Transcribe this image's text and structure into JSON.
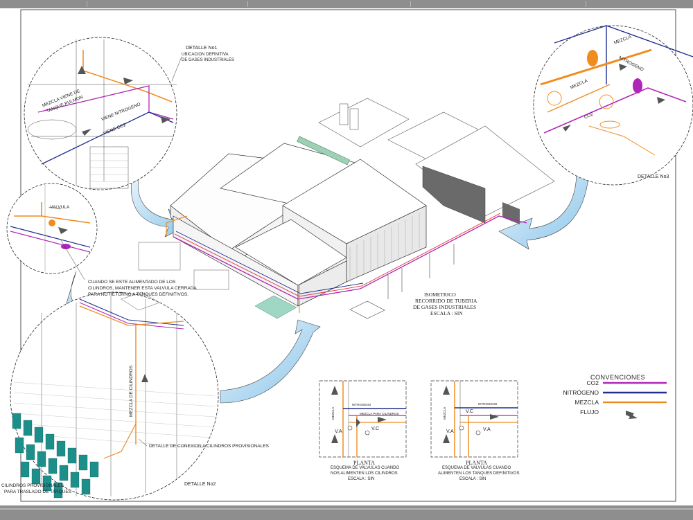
{
  "details": {
    "d1": {
      "title": "DETALLE No1",
      "subtitle_1": "UBICACION DEFINITIVA",
      "subtitle_2": "DE GASES INDUSTRIALES"
    },
    "d2": {
      "title": "DETALLE No2"
    },
    "d3": {
      "title": "DETALLE No3"
    }
  },
  "detail1_labels": {
    "mezcla_1": "MEZCLA VIENE DE",
    "mezcla_2": "TANQUE PULMON",
    "nitrogeno": "VIENE NITROGENO",
    "co2": "VIENE CO2"
  },
  "valve_label": "VALVULA",
  "valve_note": [
    "CUANDO SE ESTE ALIMENTADO DE LOS",
    "CILINDROS, MANTENER ESTA VALVULA CERRADA",
    "PARA NO RETORNO A TANQUES DEFINITIVOS."
  ],
  "detail2_labels": {
    "cilindros": "MEZCLA DE CILINDROS",
    "conexion": "DETALLE DE CONEXION A CILINDROS PROVISIONALES",
    "provisionales_1": "CILINDROS PROVISIONALES",
    "provisionales_2": "PARA TRASLADO DE TANQUES"
  },
  "detail3_labels": {
    "mezcla": "MEZCLA",
    "nitrogeno": "NITROGENO",
    "mezcla2": "MEZCLA",
    "co2": "CO2"
  },
  "isometric": {
    "line1": "ISOMETRICO",
    "line2": "RECORRIDO DE TUBERIA",
    "line3": "DE GASES INDUSTRIALES",
    "line4": "ESCALA : SIN"
  },
  "plan1": {
    "title": "PLANTA",
    "desc_1": "ESQUEMA DE VALVULAS CUANDO",
    "desc_2": "NOS ALIMENTEN LOS CILINDROS",
    "scale": "ESCALA : SIN",
    "va": "V.A",
    "vc": "V.C",
    "mezcla_cil": "MEZCLA PARA CILINDROS",
    "nitrogeno": "NITROGENO",
    "mezcla": "MEZCLA"
  },
  "plan2": {
    "title": "PLANTA",
    "desc_1": "ESQUEMA DE VALVULAS CUANDO",
    "desc_2": "ALIMENTEN LOS TANQUES DEFINITIVOS",
    "scale": "ESCALA : SIN",
    "va": "V.A",
    "vc": "V.C",
    "nitrogeno": "NITROGENO",
    "mezcla": "MEZCLA"
  },
  "conventions": {
    "title": "CONVENCIONES",
    "items": [
      {
        "label": "CO2",
        "color": "#b026b6"
      },
      {
        "label": "NITRÓGENO",
        "color": "#1f2f8f"
      },
      {
        "label": "MEZCLA",
        "color": "#f08c1e"
      },
      {
        "label": "FLUJO",
        "color": "#555555"
      }
    ]
  },
  "colors": {
    "co2": "#b026b6",
    "nitrogeno": "#1f2f8f",
    "mezcla": "#f08c1e",
    "arrow_fill": "#a9d4ef",
    "cylinders": "#1d8f8a"
  }
}
